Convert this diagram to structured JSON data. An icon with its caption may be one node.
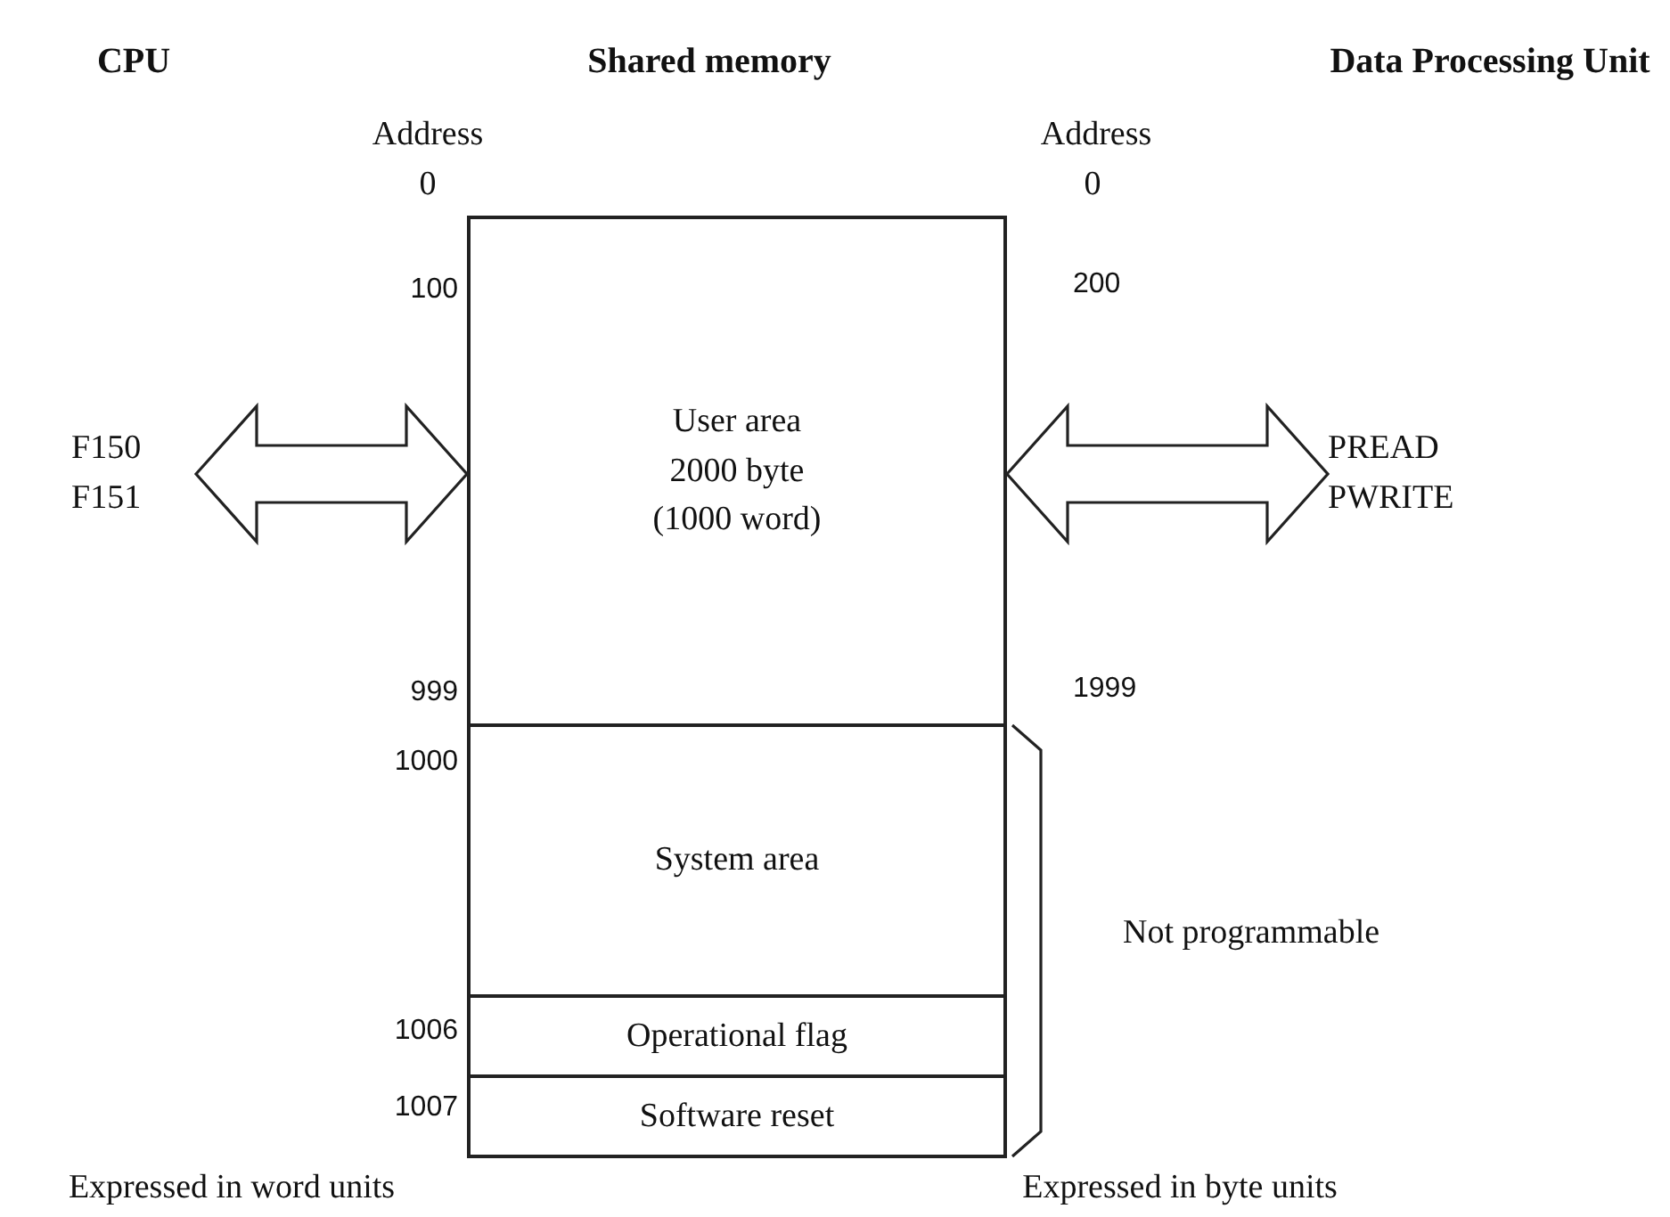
{
  "diagram": {
    "nodes": [
      {
        "text": [
          "F150 F151"
        ]
      },
      {
        "text": [
          "User area 2000 byte (1000 word)"
        ]
      },
      {
        "text": [
          "System area"
        ]
      },
      {
        "text": [
          "Operational flag"
        ]
      },
      {
        "text": [
          "Software reset"
        ]
      },
      {
        "text": [
          "PREAD PWRITE"
        ]
      }
    ],
    "edges": [
      {
        "from": 0,
        "to": 1,
        "arrow": "both"
      },
      {
        "from": 1,
        "to": 5,
        "arrow": "both"
      }
    ],
    "labels": [
      "CPU",
      "Shared memory",
      "Data Processing Unit",
      "Address",
      "Address",
      "0",
      "0",
      "100",
      "200",
      "999",
      "1999",
      "1000",
      "Not programmable",
      "1006",
      "1007",
      "Expressed in word units",
      "Expressed in byte units"
    ]
  }
}
